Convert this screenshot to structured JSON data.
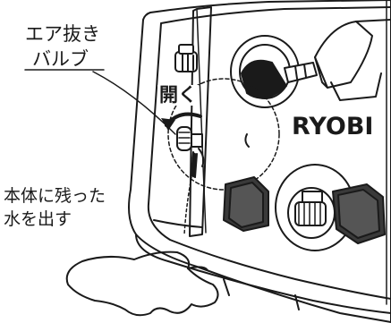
{
  "labels": {
    "air_valve_line1": "エア抜き",
    "air_valve_line2": "バルブ",
    "open_direction": "開く",
    "drain_line1": "本体に残った",
    "drain_line2": "水を出す"
  },
  "brand": {
    "logo_text": "RYOBI"
  },
  "colors": {
    "line": "#1a1a1a",
    "background": "#ffffff",
    "shadow": "#3a3a3a"
  }
}
